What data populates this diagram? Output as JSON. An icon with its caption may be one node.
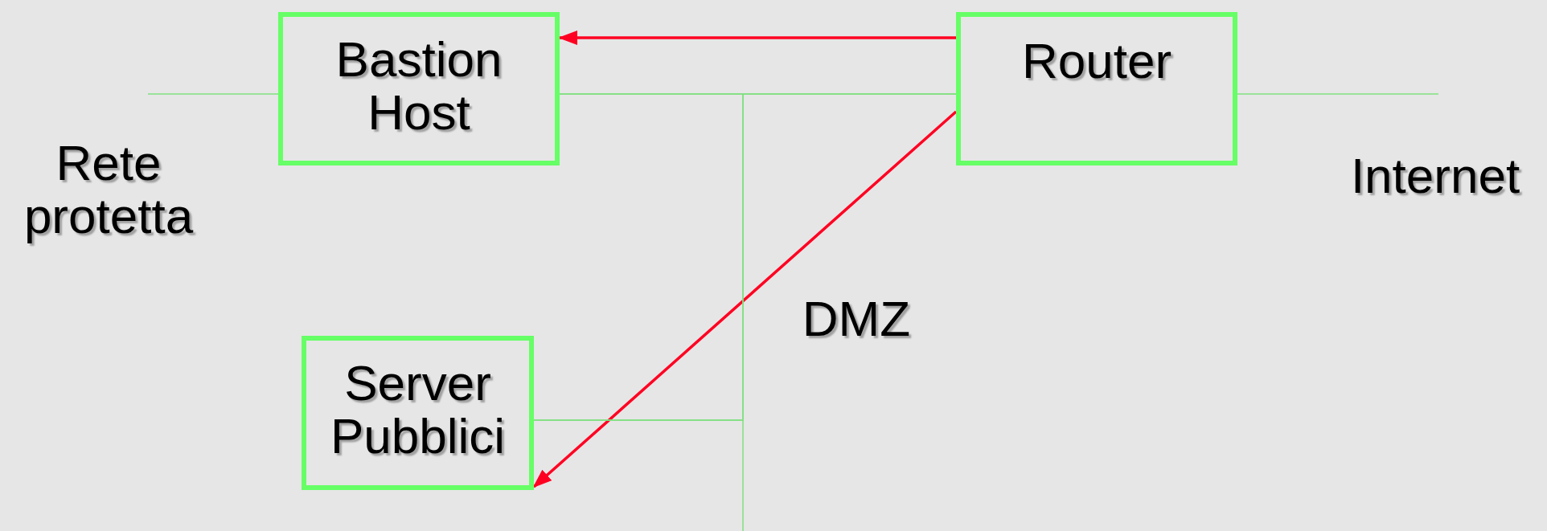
{
  "diagram": {
    "nodes": [
      {
        "text": [
          "Bastion Host"
        ]
      },
      {
        "text": [
          "Router"
        ]
      },
      {
        "text": [
          "Server Pubblici"
        ]
      }
    ],
    "edges": [
      {
        "from": 0,
        "to": 1,
        "arrow": "none"
      },
      {
        "from": null,
        "to": 0,
        "arrow": "none"
      },
      {
        "from": 1,
        "to": null,
        "arrow": "none"
      },
      {
        "from": 1,
        "to": 0,
        "arrow": "to",
        "color": "#ff0022"
      },
      {
        "from": 1,
        "to": 2,
        "arrow": "to",
        "color": "#ff0022"
      },
      {
        "from": 2,
        "to": 0,
        "arrow": "none"
      },
      {
        "from": 2,
        "to": 1,
        "arrow": "none"
      }
    ],
    "labels": [
      "Rete protetta",
      "Internet",
      "DMZ"
    ]
  }
}
